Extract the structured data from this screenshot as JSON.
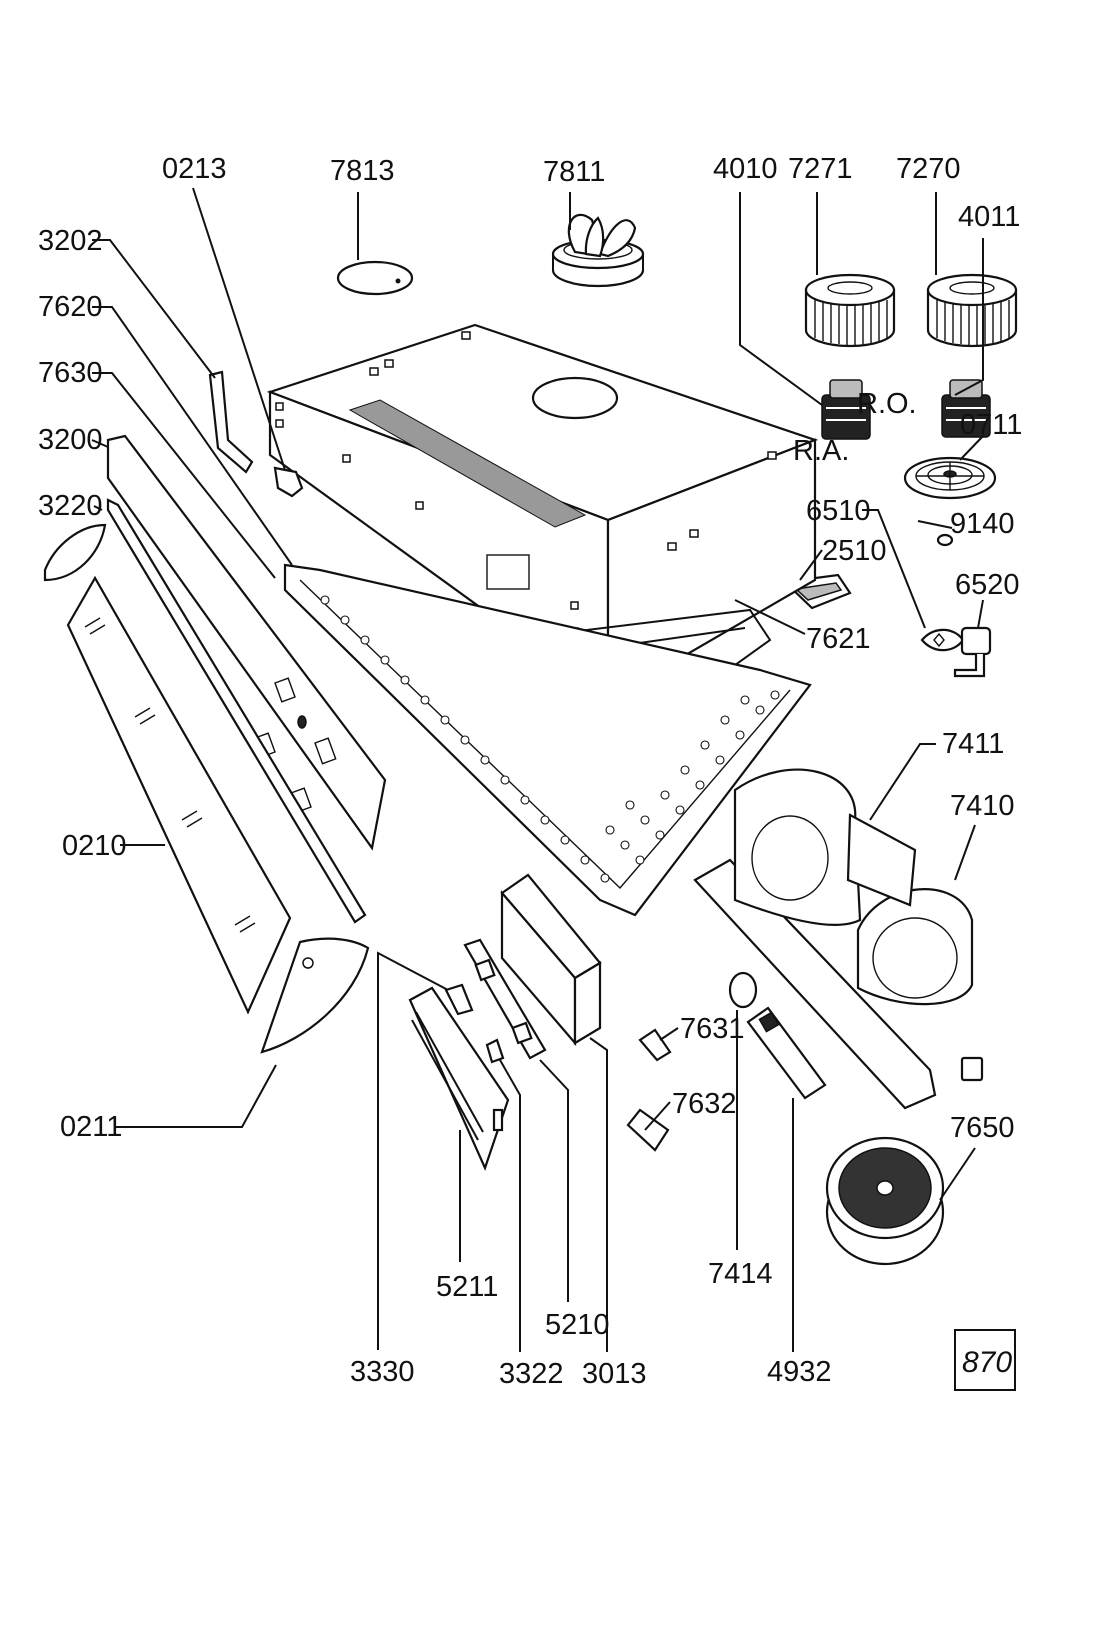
{
  "part_labels": {
    "p0213": "0213",
    "p7813": "7813",
    "p7811": "7811",
    "p4010": "4010",
    "p7271": "7271",
    "p7270": "7270",
    "p4011": "4011",
    "p3202": "3202",
    "p7620": "7620",
    "p7630": "7630",
    "p3200": "3200",
    "p3220": "3220",
    "p0711": "0711",
    "p6510": "6510",
    "p9140": "9140",
    "p2510": "2510",
    "p6520": "6520",
    "p7621": "7621",
    "p7411": "7411",
    "p7410": "7410",
    "p0210": "0210",
    "p7631": "7631",
    "p7632": "7632",
    "p7650": "7650",
    "p0211": "0211",
    "p7414": "7414",
    "p5211": "5211",
    "p5210": "5210",
    "p3330": "3330",
    "p3322": "3322",
    "p3013": "3013",
    "p4932": "4932"
  },
  "annotations": {
    "ro": "R.O.",
    "ra": "R.A."
  },
  "page_number": "870"
}
